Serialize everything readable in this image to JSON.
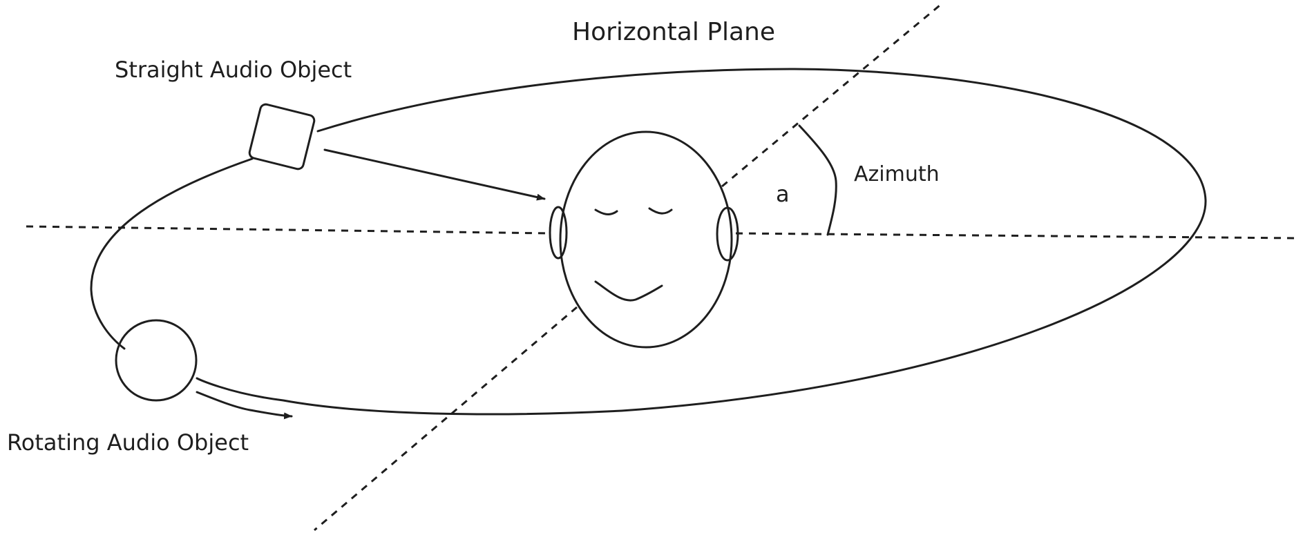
{
  "diagram": {
    "title": "Horizontal Plane",
    "straight_object_label": "Straight Audio Object",
    "rotating_object_label": "Rotating Audio Object",
    "azimuth_label": "Azimuth",
    "angle_symbol": "a"
  },
  "colors": {
    "ink": "#1e1e1e",
    "background": "#ffffff"
  }
}
